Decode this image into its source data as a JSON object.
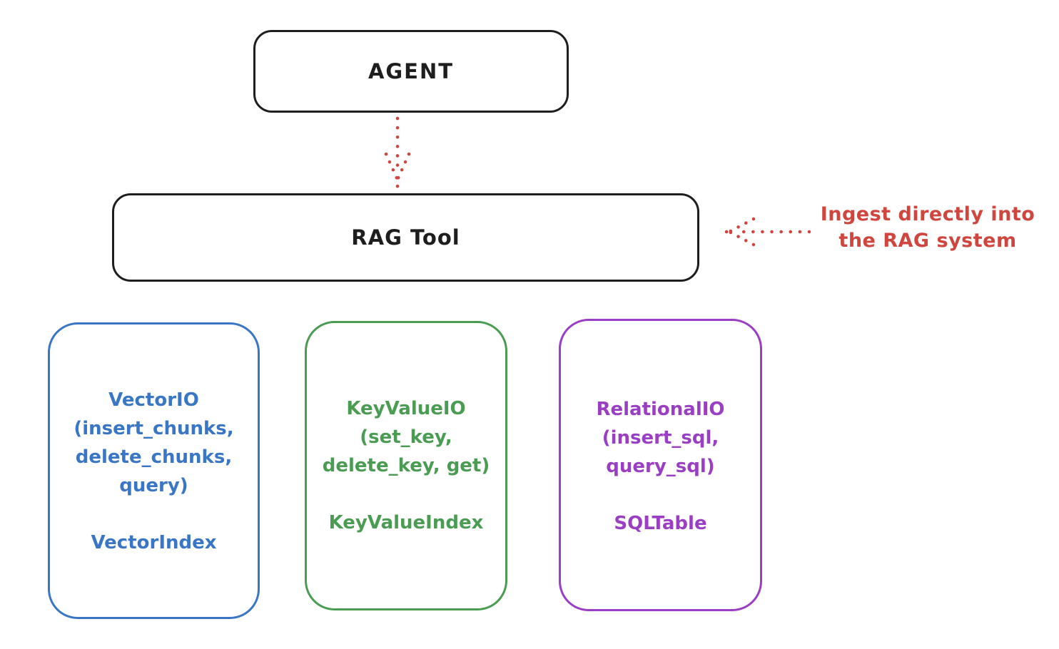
{
  "diagram": {
    "agent": {
      "label": "AGENT"
    },
    "rag_tool": {
      "label": "RAG Tool"
    },
    "annotation": {
      "line1": "Ingest directly into",
      "line2": "the RAG system"
    },
    "cards": [
      {
        "id": "vector-io",
        "lines": [
          "VectorIO",
          "(insert_chunks,",
          "delete_chunks,",
          "query)"
        ],
        "index_label": "VectorIndex"
      },
      {
        "id": "keyvalue-io",
        "lines": [
          "KeyValueIO",
          "(set_key,",
          "delete_key, get)"
        ],
        "index_label": "KeyValueIndex"
      },
      {
        "id": "relational-io",
        "lines": [
          "RelationalIO",
          "(insert_sql,",
          "query_sql)"
        ],
        "index_label": "SQLTable"
      }
    ],
    "colors": {
      "stroke": "#1e1e1e",
      "red": "#d0453e",
      "blue": "#3976c5",
      "green": "#4a9c52",
      "purple": "#9a3fc3"
    }
  }
}
